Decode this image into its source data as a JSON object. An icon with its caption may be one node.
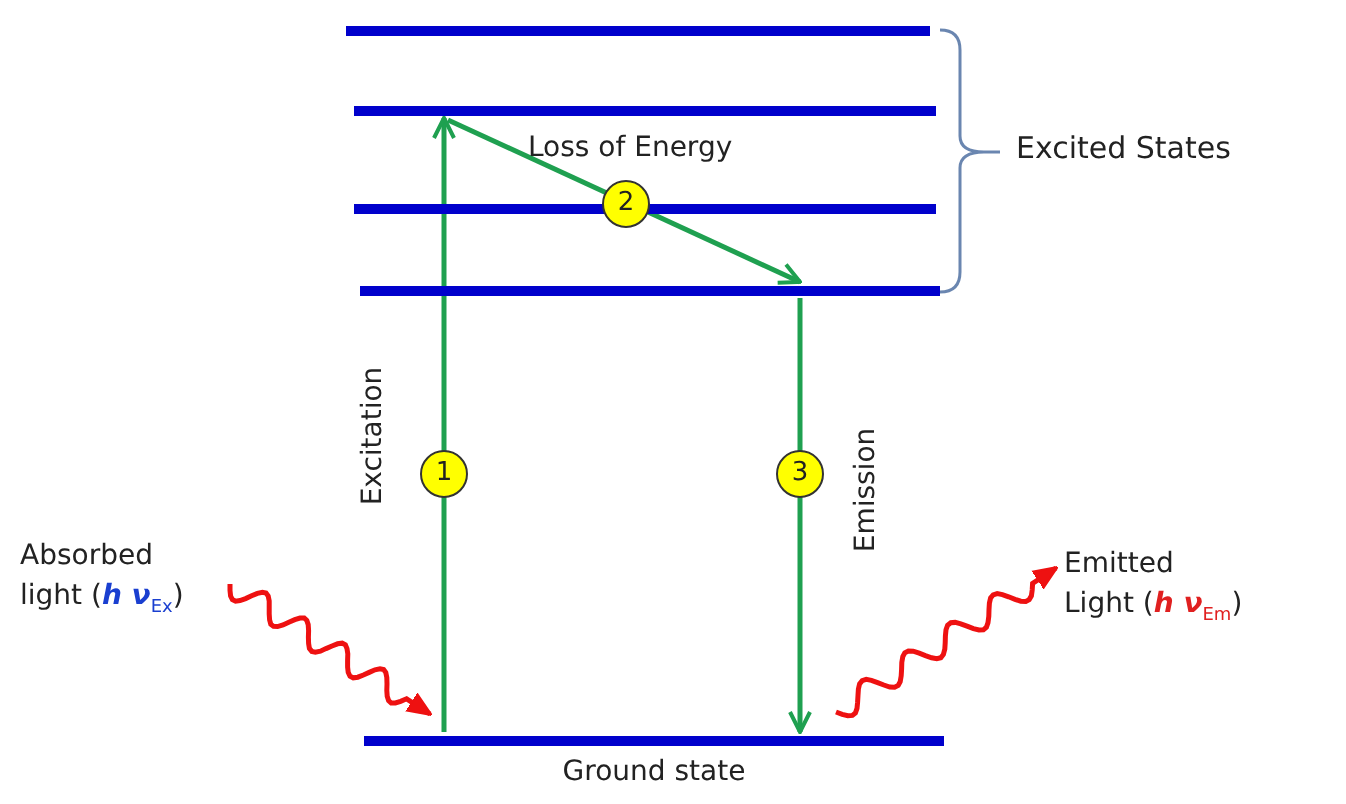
{
  "diagram": {
    "nodes": [
      {
        "text": [],
        "shape": "bar"
      },
      {
        "text": [],
        "shape": "bar"
      },
      {
        "text": [],
        "shape": "bar"
      },
      {
        "text": [],
        "shape": "bar"
      },
      {
        "text": [
          "Ground state"
        ]
      },
      {
        "text": [
          "Absorbed light (**h ν**$_{Ex}$)"
        ]
      },
      {
        "text": [
          "Emitted Light (**h ν**$_{Em}$)"
        ]
      }
    ],
    "edges": [
      {
        "from": 4,
        "to": 1,
        "arrow": "to",
        "label": "Excitation"
      },
      {
        "from": 1,
        "to": 3,
        "arrow": "to",
        "label": "Loss of Energy"
      },
      {
        "from": 3,
        "to": 4,
        "arrow": "to",
        "label": "Emission"
      },
      {
        "from": 5,
        "to": 4,
        "arrow": "to",
        "color": "#ee1111"
      },
      {
        "from": 4,
        "to": 6,
        "arrow": "to",
        "color": "#ee1111"
      }
    ],
    "labels": [
      "Excited States",
      "1",
      "2",
      "3"
    ]
  }
}
